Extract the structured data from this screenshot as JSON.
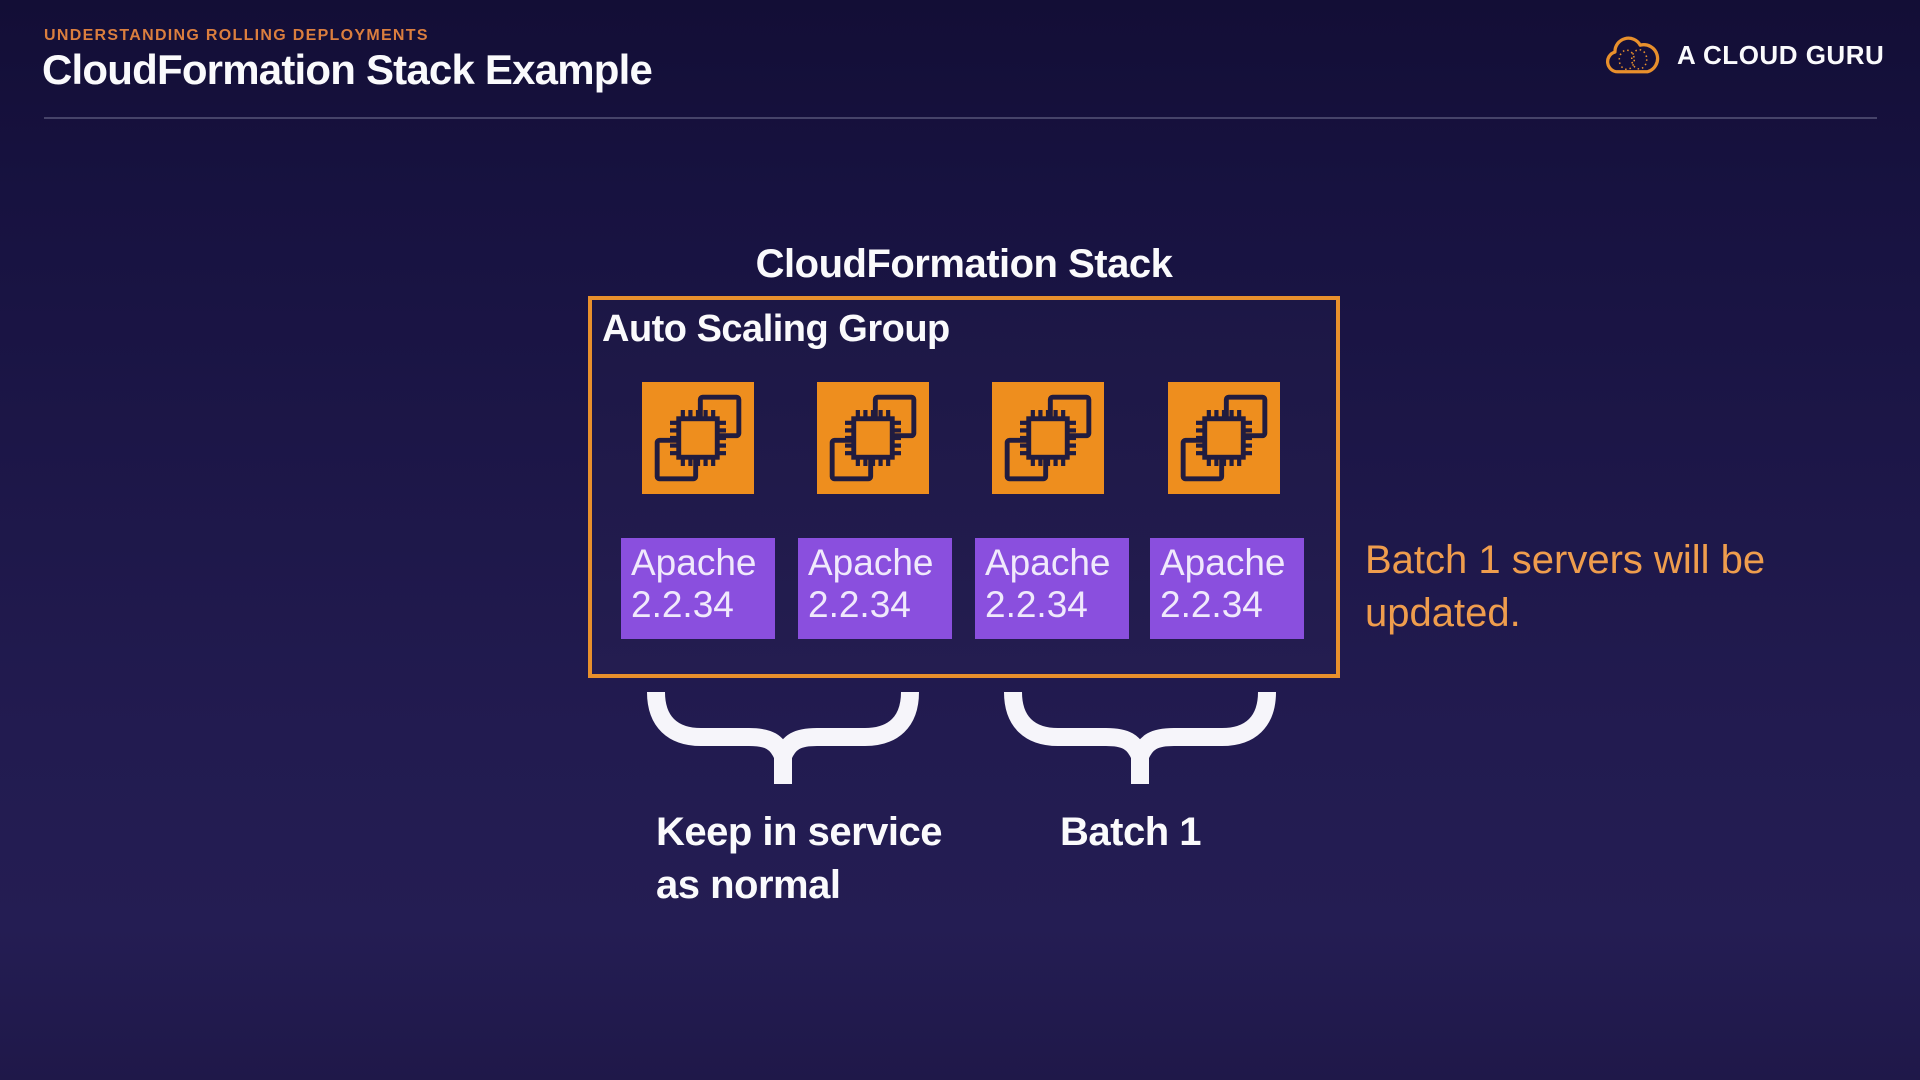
{
  "header": {
    "eyebrow": "UNDERSTANDING ROLLING DEPLOYMENTS",
    "title": "CloudFormation Stack Example"
  },
  "brand": {
    "name": "A CLOUD GURU"
  },
  "diagram": {
    "stack_title": "CloudFormation Stack",
    "asg_title": "Auto Scaling Group",
    "servers": [
      {
        "line1": "Apache",
        "line2": "2.2.34"
      },
      {
        "line1": "Apache",
        "line2": "2.2.34"
      },
      {
        "line1": "Apache",
        "line2": "2.2.34"
      },
      {
        "line1": "Apache",
        "line2": "2.2.34"
      }
    ],
    "annotation": "Batch 1 servers will be updated.",
    "groups": [
      {
        "line1": "Keep in service",
        "line2": "as normal"
      },
      {
        "line1": "Batch 1",
        "line2": ""
      }
    ]
  },
  "colors": {
    "accent_orange": "#e8902c",
    "eyebrow_orange": "#db7e3e",
    "icon_orange": "#ee8e1e",
    "icon_glyph": "#211c3f",
    "server_purple": "#8a4fde",
    "server_text": "#f0e9fc",
    "annotation_orange": "#ef9d4d",
    "text_white": "#fafafc"
  }
}
